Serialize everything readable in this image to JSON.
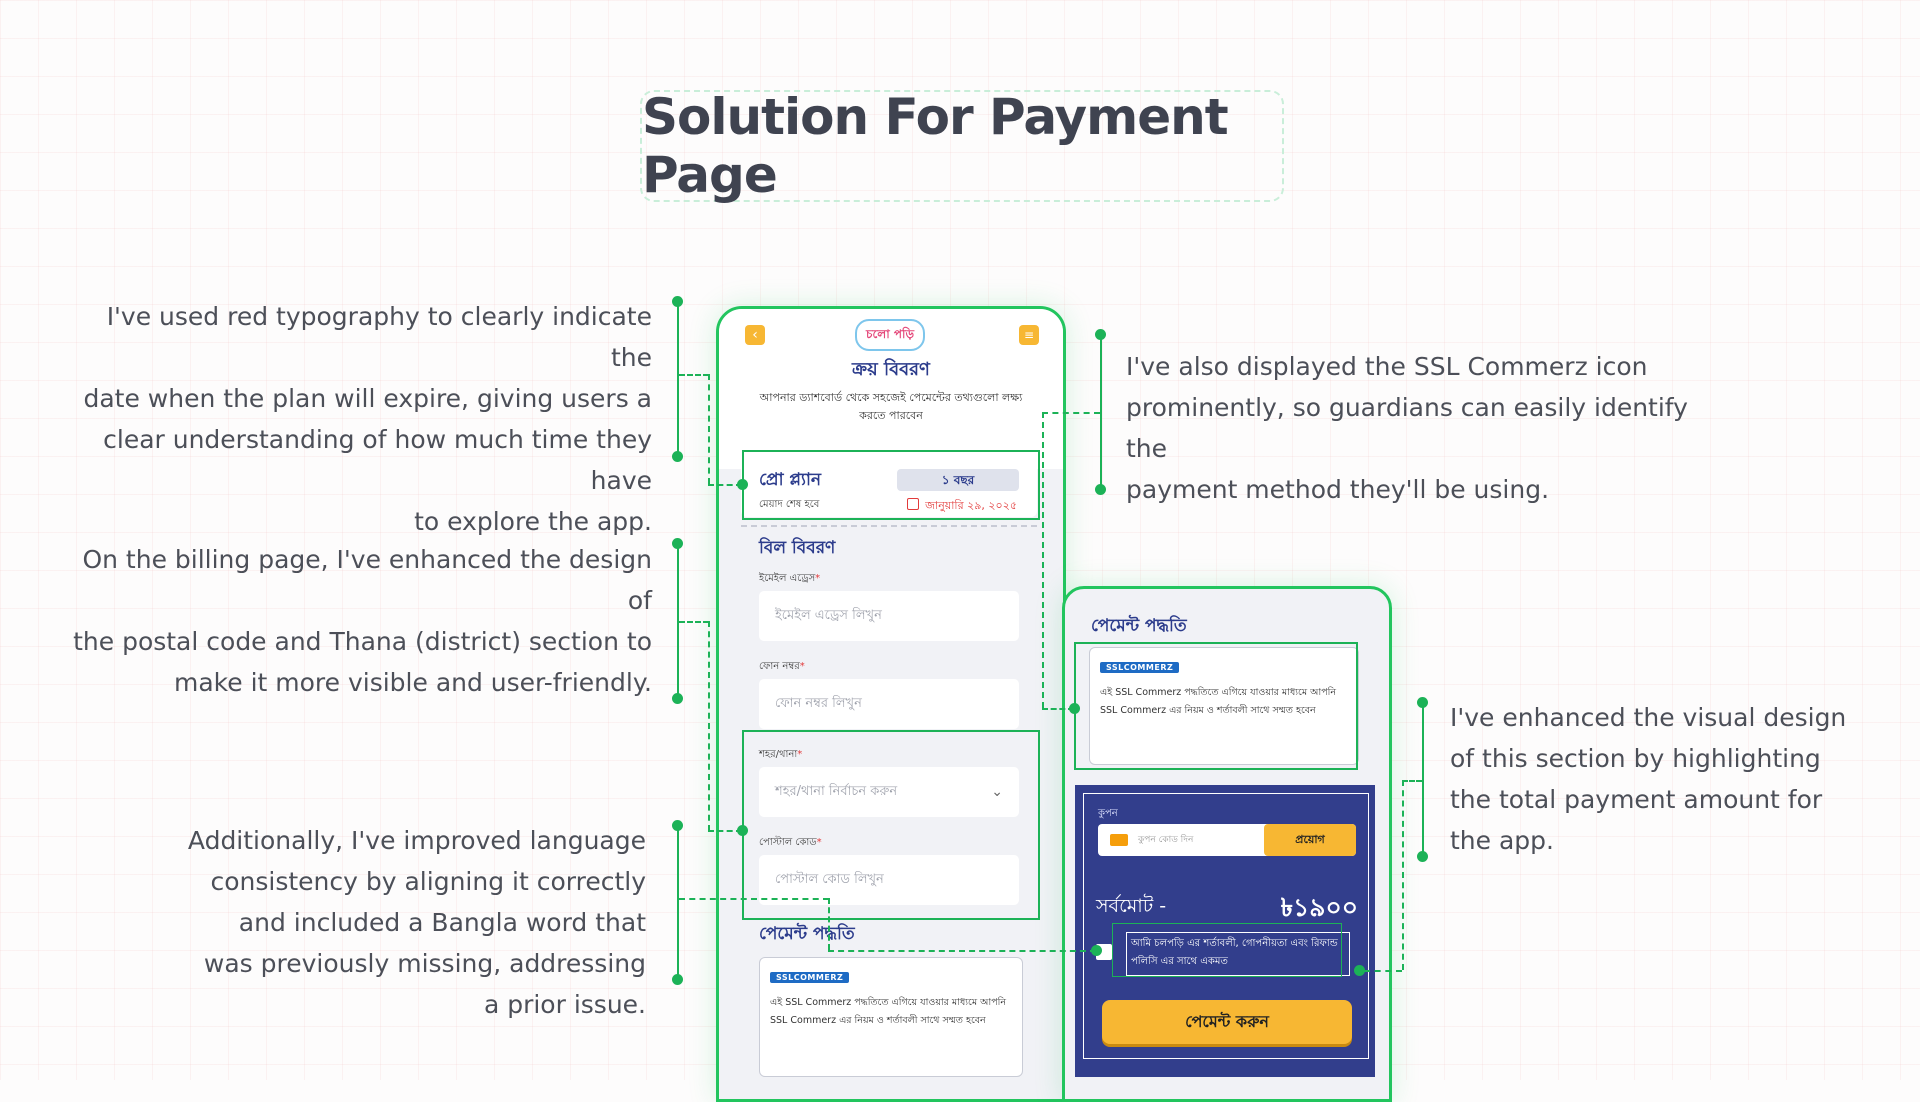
{
  "heading": "Solution For Payment Page",
  "notes": {
    "expiry": [
      "I've used red typography to clearly indicate the",
      "date when the plan will expire, giving users a",
      "clear understanding of how much time they have",
      "to explore the app."
    ],
    "billing": [
      "On the billing page, I've enhanced the design of",
      "the postal code and Thana (district) section to",
      "make it more visible and user-friendly."
    ],
    "language": [
      "Additionally, I've improved language",
      "consistency by aligning it correctly",
      "and included a Bangla word that",
      "was previously missing, addressing",
      "a prior issue."
    ],
    "ssl": [
      "I've also displayed the SSL Commerz icon",
      "prominently, so guardians can easily identify the",
      "payment method they'll be using."
    ],
    "total": [
      "I've enhanced the visual design",
      "of this section by highlighting",
      "the total payment amount for",
      "the app."
    ]
  },
  "phone": {
    "header": {
      "back_icon": "chevron-left-icon",
      "menu_icon": "menu-icon",
      "logo_text": "চলো পড়ি"
    },
    "title": "ক্রয় বিবরণ",
    "subtitle": "আপনার ড্যাশবোর্ড থেকে সহজেই পেমেন্টের তথ্যগুলো লক্ষ্য করতে পারবেন",
    "plan": {
      "name": "প্রো প্ল্যান",
      "duration": "১ বছর",
      "expiry_label": "মেয়াদ শেষ হবে",
      "expiry_date": "জানুয়ারি ২৯, ২০২৫",
      "expiry_color": "#e23a3a"
    },
    "billing": {
      "title": "বিল বিবরণ",
      "email_label": "ইমেইল এড্রেস",
      "email_placeholder": "ইমেইল এড্রেস লিখুন",
      "phone_label": "ফোন নম্বর",
      "phone_placeholder": "ফোন নম্বর লিখুন",
      "city_label": "শহর/থানা",
      "city_placeholder": "শহর/থানা নির্বাচন করুন",
      "postal_label": "পোস্টাল কোড",
      "postal_placeholder": "পোস্টাল কোড লিখুন"
    },
    "payment_method": {
      "title": "পেমেন্ট পদ্ধতি",
      "ssl_logo": "SSLCOMMERZ",
      "ssl_text": "এই SSL Commerz পদ্ধতিতে এগিয়ে যাওয়ার মাধ্যমে আপনি SSL Commerz এর নিয়ম ও শর্তাবলী সাথে সম্মত হবেন"
    }
  },
  "checkout": {
    "payment_method_title": "পেমেন্ট পদ্ধতি",
    "ssl_logo": "SSLCOMMERZ",
    "ssl_text": "এই SSL Commerz পদ্ধতিতে এগিয়ে যাওয়ার মাধ্যমে আপনি SSL Commerz এর নিয়ম ও শর্তাবলী সাথে সম্মত হবেন",
    "coupon_label": "কুপন",
    "coupon_placeholder": "কুপন কোড দিন",
    "apply_label": "প্রয়োগ",
    "total_label": "সর্বমোট -",
    "total_amount": "৳১৯০০",
    "agree_text": "আমি চলপড়ি এর শর্তাবলী, গোপনীয়তা এবং রিফান্ড পলিসি এর সাথে একমত",
    "pay_label": "পেমেন্ট করুন",
    "accent": "#323e8c",
    "button_color": "#f7b733"
  }
}
